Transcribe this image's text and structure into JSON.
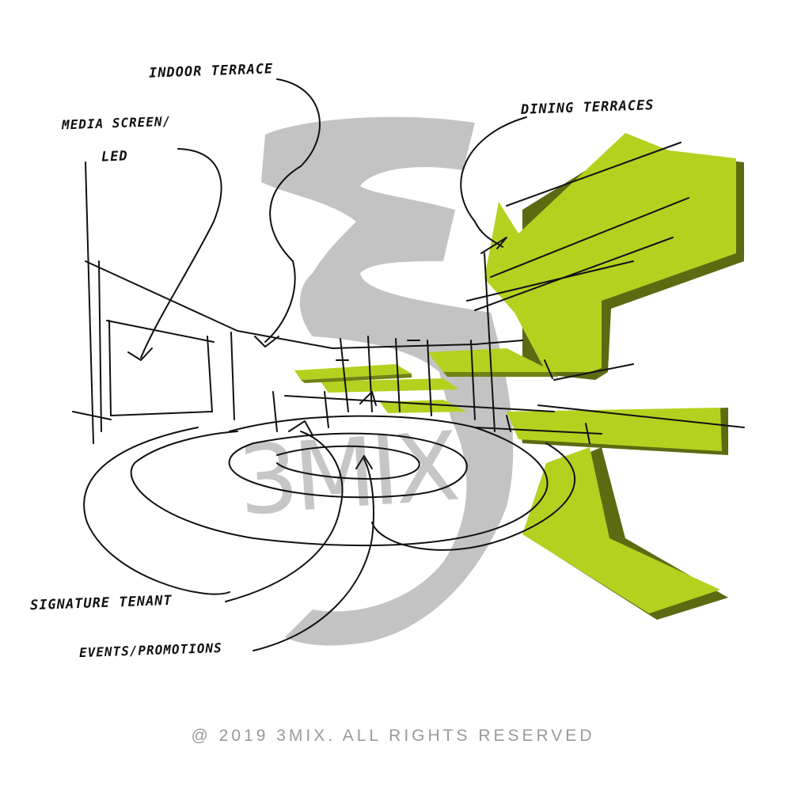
{
  "annotations": {
    "indoor_terrace": "INDOOR TERRACE",
    "media_screen": "MEDIA SCREEN/",
    "led": "LED",
    "dining_terraces": "DINING TERRACES",
    "signature_tenant": "SIGNATURE TENANT",
    "events_promotions": "EVENTS/PROMOTIONS"
  },
  "watermark": {
    "logo_text": "3MIX"
  },
  "footer": {
    "copyright": "@ 2019 3MIX. ALL RIGHTS RESERVED"
  },
  "colors": {
    "accent_green": "#b5d11f",
    "shadow_green": "#5c6b12",
    "watermark_gray": "#bdbdbd",
    "ink": "#111111",
    "footer_gray": "#9a9a9a"
  }
}
